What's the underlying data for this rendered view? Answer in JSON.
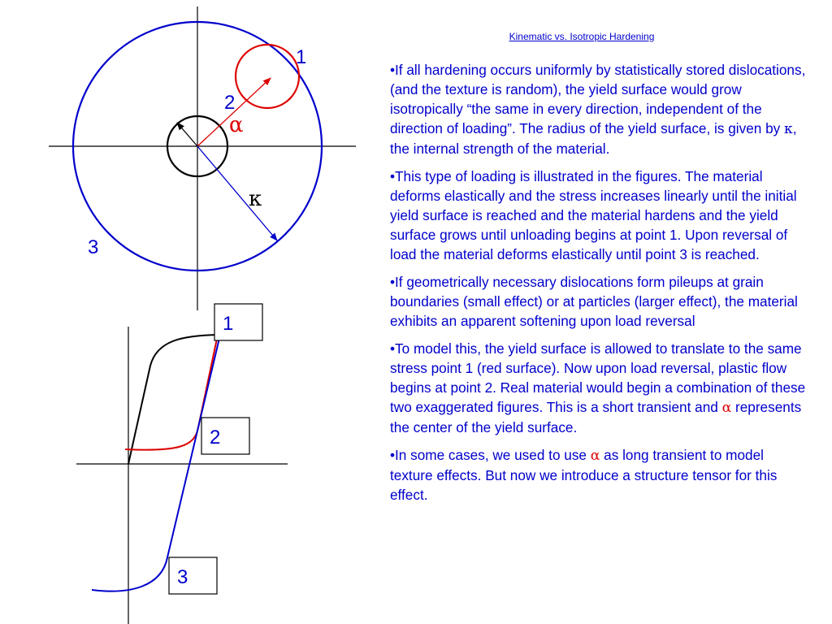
{
  "title": "Kinematic vs. Isotropic Hardening",
  "labels": {
    "top_one": "1",
    "top_two": "2",
    "top_three": "3",
    "alpha": "α",
    "kappa": "κ",
    "box_one": "1",
    "box_two": "2",
    "box_three": "3"
  },
  "paragraphs": {
    "p1": {
      "a": "•If all hardening occurs uniformly by statistically stored dislocations, (and the texture is random), the yield surface would grow isotropically “the same in every direction, independent of the direction of loading”.  The radius of the yield surface, is given by ",
      "sym": "κ",
      "b": ", the internal strength of the material."
    },
    "p2": "•This type of loading is illustrated in the figures.  The material deforms elastically and the stress increases linearly until the initial yield surface is reached and the material hardens and the yield surface grows until unloading begins at point 1.  Upon reversal of load the material deforms elastically until point 3 is reached.",
    "p3": "•If geometrically necessary dislocations form pileups at grain boundaries (small effect) or at particles (larger effect), the material exhibits an apparent softening upon load reversal",
    "p4": {
      "a": "•To model this, the yield surface is allowed to translate to the same stress point 1 (red surface).  Now upon load reversal, plastic flow begins at point 2.  Real material would begin a combination of these two exaggerated figures.  This is a short transient and ",
      "sym": "α",
      "b": " represents the center of the yield surface."
    },
    "p5": {
      "a": "•In some cases, we used to use ",
      "sym": "α",
      "b": " as long transient to model texture effects.  But now we introduce a structure tensor for this effect."
    }
  },
  "colors": {
    "blue": "#0000cc",
    "red": "#dd0000",
    "black": "#000000"
  }
}
